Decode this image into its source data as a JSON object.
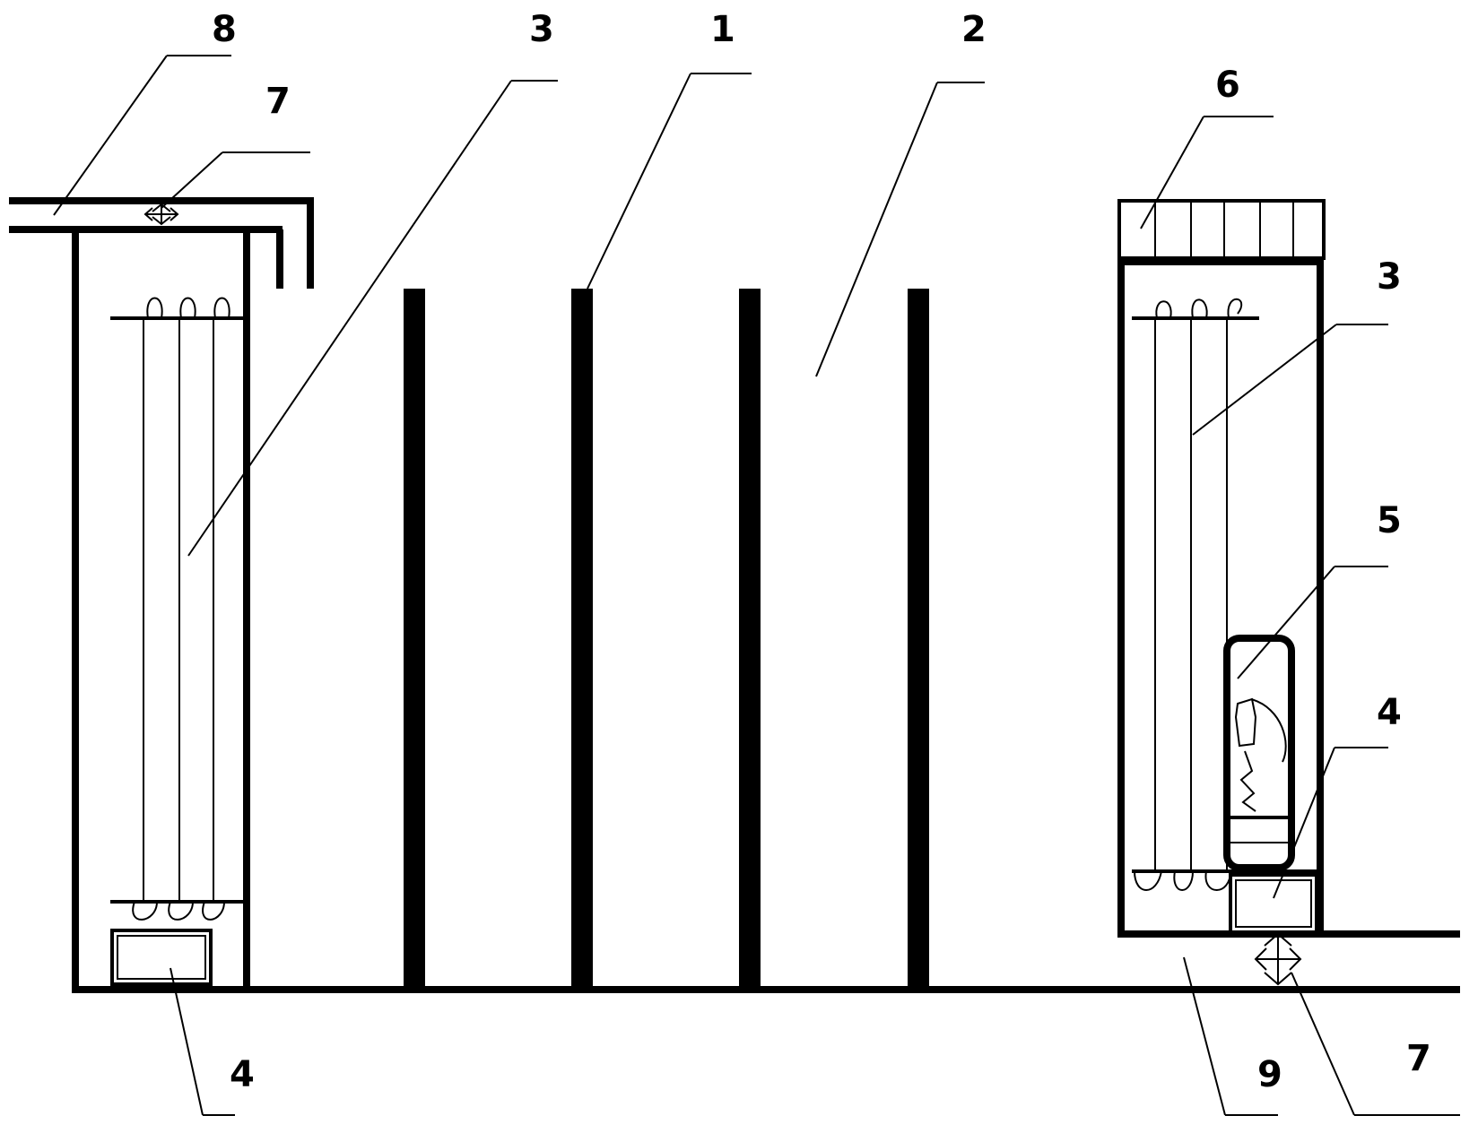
{
  "labels": {
    "l8": "8",
    "l7_top": "7",
    "l3_left": "3",
    "l1": "1",
    "l2": "2",
    "l6": "6",
    "l3_right": "3",
    "l5": "5",
    "l4_right": "4",
    "l4_left": "4",
    "l9": "9",
    "l7_bottom": "7"
  },
  "colors": {
    "line": "#000000",
    "background": "#ffffff"
  },
  "icons": {
    "valve": "four-way-arrow-icon"
  }
}
